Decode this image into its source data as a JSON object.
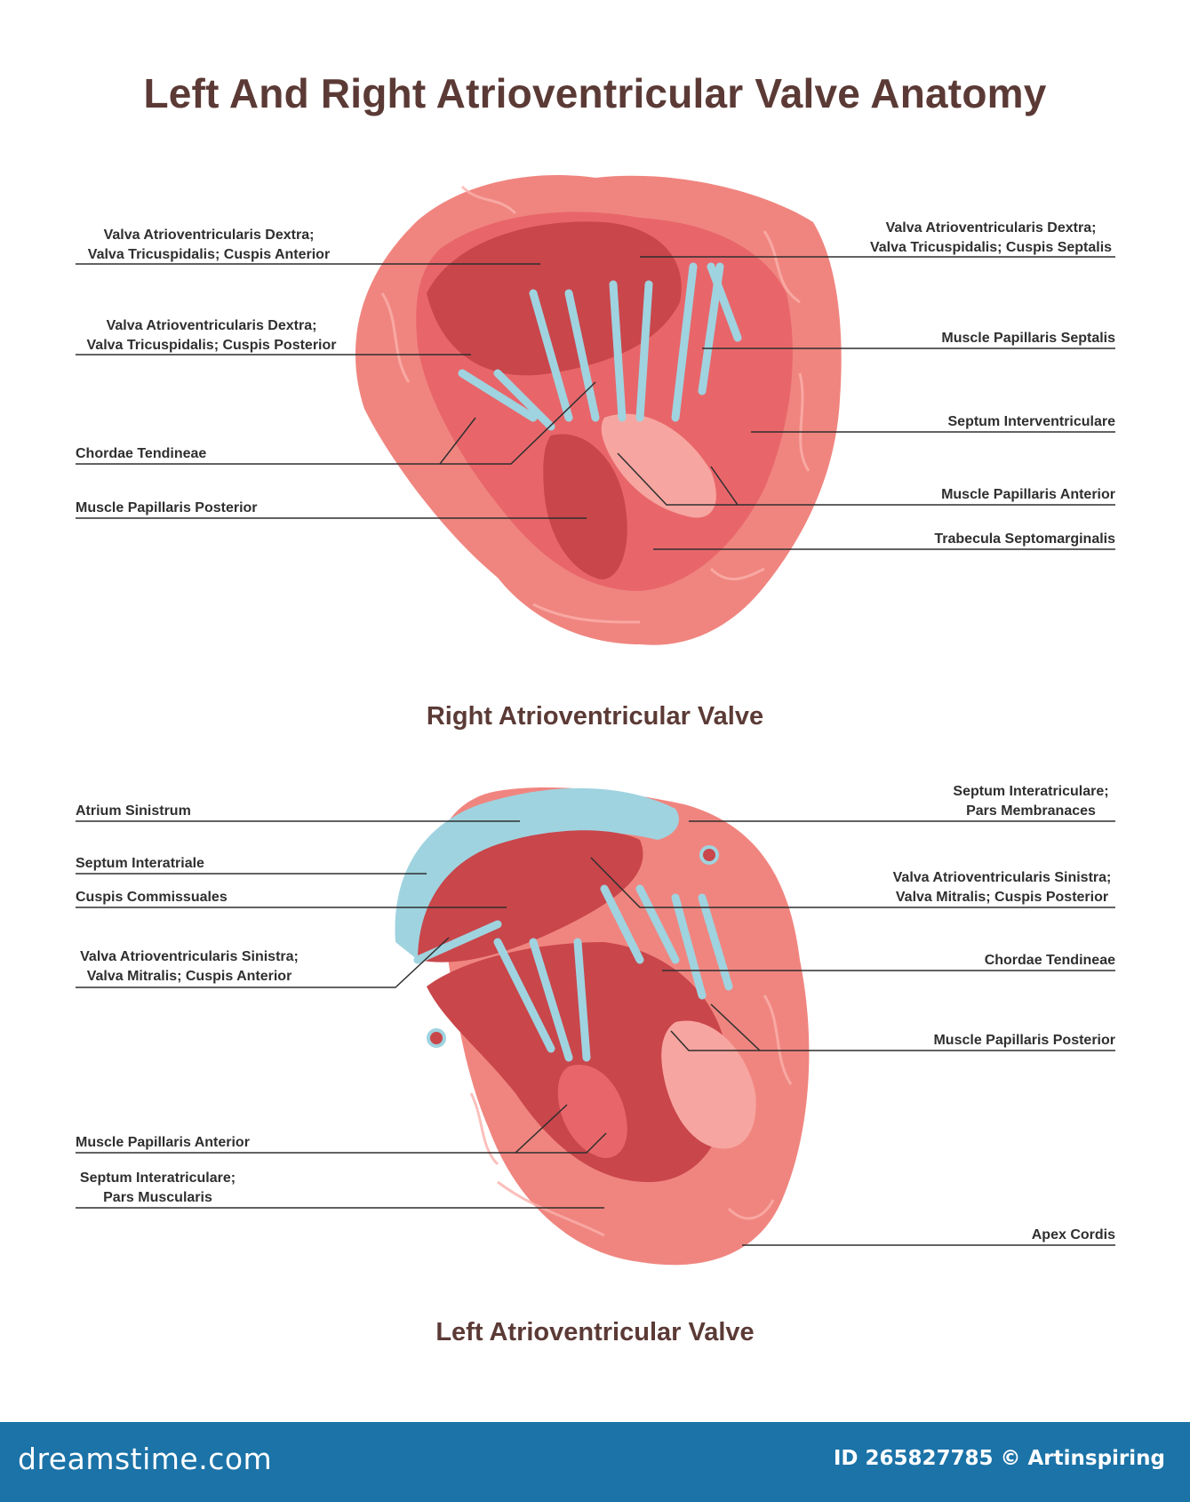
{
  "title": "Left And Right Atrioventricular Valve Anatomy",
  "right_valve": {
    "caption": "Right Atrioventricular Valve",
    "labels_left": [
      {
        "lines": [
          "Valva Atrioventricularis Dextra;",
          "Valva Tricuspidalis; Cuspis Anterior"
        ]
      },
      {
        "lines": [
          "Valva Atrioventricularis Dextra;",
          "Valva Tricuspidalis; Cuspis Posterior"
        ]
      },
      {
        "lines": [
          "Chordae Tendineae"
        ]
      },
      {
        "lines": [
          "Muscle Papillaris Posterior"
        ]
      }
    ],
    "labels_right": [
      {
        "lines": [
          "Valva Atrioventricularis Dextra;",
          "Valva Tricuspidalis; Cuspis Septalis"
        ]
      },
      {
        "lines": [
          "Muscle Papillaris Septalis"
        ]
      },
      {
        "lines": [
          "Septum Interventriculare"
        ]
      },
      {
        "lines": [
          "Muscle Papillaris Anterior"
        ]
      },
      {
        "lines": [
          "Trabecula Septomarginalis"
        ]
      }
    ]
  },
  "left_valve": {
    "caption": "Left Atrioventricular Valve",
    "labels_left": [
      {
        "lines": [
          "Atrium Sinistrum"
        ]
      },
      {
        "lines": [
          "Septum Interatriale"
        ]
      },
      {
        "lines": [
          "Cuspis Commissuales"
        ]
      },
      {
        "lines": [
          "Valva Atrioventricularis Sinistra;",
          "Valva Mitralis; Cuspis Anterior"
        ]
      },
      {
        "lines": [
          "Muscle Papillaris Anterior"
        ]
      },
      {
        "lines": [
          "Septum Interatriculare;",
          "Pars Muscularis"
        ]
      }
    ],
    "labels_right": [
      {
        "lines": [
          "Septum Interatriculare;",
          "Pars Membranaces"
        ]
      },
      {
        "lines": [
          "Valva Atrioventricularis Sinistra;",
          "Valva Mitralis; Cuspis Posterior"
        ]
      },
      {
        "lines": [
          "Chordae Tendineae"
        ]
      },
      {
        "lines": [
          "Muscle Papillaris Posterior"
        ]
      },
      {
        "lines": [
          "Apex Cordis"
        ]
      }
    ]
  },
  "footer": {
    "brand": "dreamstime.com",
    "id_text": "ID 265827785",
    "copyright_symbol": "©",
    "author": "Artinspiring"
  },
  "colors": {
    "muscle_outer": "#f0857f",
    "muscle_inner": "#e8666a",
    "chamber": "#c9464b",
    "tendon": "#9fd3df",
    "title": "#5b3a36",
    "footer": "#1b73a8"
  }
}
